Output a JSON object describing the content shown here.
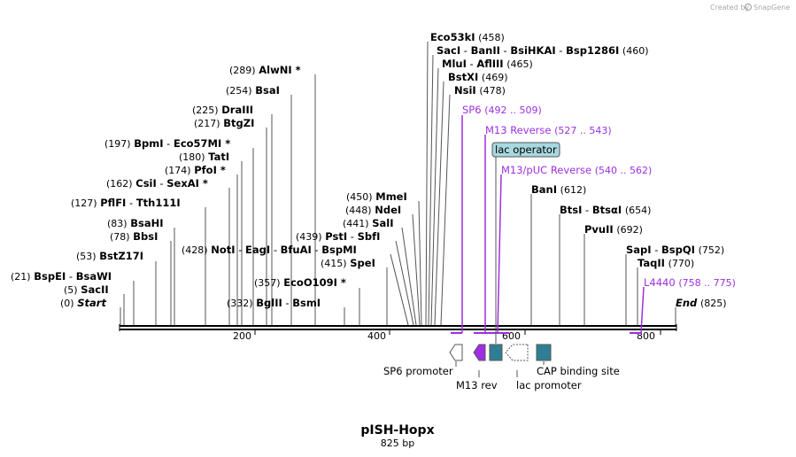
{
  "credit": {
    "text": "Created by",
    "brand": "SnapGene"
  },
  "plasmid": {
    "name": "pISH-Hopx",
    "length": "825 bp",
    "total_bp": 825
  },
  "axis_ticks": [
    "200",
    "400",
    "600",
    "800"
  ],
  "enzymes": [
    {
      "label_html": "(0) <i>Start</i>",
      "pos": "(0)",
      "names": [
        "Start"
      ],
      "bp": 0
    },
    {
      "pos": "(5)",
      "names": [
        "SacII"
      ],
      "bp": 5
    },
    {
      "pos": "(21)",
      "names": [
        "BspEI",
        "BsaWI"
      ],
      "bp": 21
    },
    {
      "pos": "(53)",
      "names": [
        "BstZ17I"
      ],
      "bp": 53
    },
    {
      "pos": "(78)",
      "names": [
        "BbsI"
      ],
      "bp": 78
    },
    {
      "pos": "(83)",
      "names": [
        "BsaHI"
      ],
      "bp": 83
    },
    {
      "pos": "(127)",
      "names": [
        "PflFI",
        "Tth111I"
      ],
      "bp": 127
    },
    {
      "pos": "(162)",
      "names": [
        "CsiI",
        "SexAI *"
      ],
      "bp": 162
    },
    {
      "pos": "(174)",
      "names": [
        "PfoI *"
      ],
      "bp": 174
    },
    {
      "pos": "(180)",
      "names": [
        "TatI"
      ],
      "bp": 180
    },
    {
      "pos": "(197)",
      "names": [
        "BpmI",
        "Eco57MI *"
      ],
      "bp": 197
    },
    {
      "pos": "(217)",
      "names": [
        "BtgZI"
      ],
      "bp": 217
    },
    {
      "pos": "(225)",
      "names": [
        "DraIII"
      ],
      "bp": 225
    },
    {
      "pos": "(254)",
      "names": [
        "BsaI"
      ],
      "bp": 254
    },
    {
      "pos": "(289)",
      "names": [
        "AlwNI *"
      ],
      "bp": 289
    },
    {
      "pos": "(332)",
      "names": [
        "BglII",
        "BsmI"
      ],
      "bp": 332
    },
    {
      "pos": "(357)",
      "names": [
        "EcoO109I *"
      ],
      "bp": 357
    },
    {
      "pos": "(415)",
      "names": [
        "SpeI"
      ],
      "bp": 415
    },
    {
      "pos": "(428)",
      "names": [
        "NotI",
        "EagI",
        "BfuAI",
        "BspMI"
      ],
      "bp": 428
    },
    {
      "pos": "(439)",
      "names": [
        "PstI",
        "SbfI"
      ],
      "bp": 439
    },
    {
      "pos": "(441)",
      "names": [
        "SalI"
      ],
      "bp": 441
    },
    {
      "pos": "(448)",
      "names": [
        "NdeI"
      ],
      "bp": 448
    },
    {
      "pos": "(450)",
      "names": [
        "MmeI"
      ],
      "bp": 450
    },
    {
      "pos": "(458)",
      "names": [
        "Eco53kI"
      ],
      "bp": 458
    },
    {
      "pos": "(460)",
      "names": [
        "SacI",
        "BanII",
        "BsiHKAI",
        "Bsp1286I"
      ],
      "bp": 460
    },
    {
      "pos": "(465)",
      "names": [
        "MluI",
        "AflIII"
      ],
      "bp": 465
    },
    {
      "pos": "(469)",
      "names": [
        "BstXI"
      ],
      "bp": 469
    },
    {
      "pos": "(478)",
      "names": [
        "NsiI"
      ],
      "bp": 478
    },
    {
      "pos": "(612)",
      "names": [
        "BanI"
      ],
      "bp": 612
    },
    {
      "pos": "(654)",
      "names": [
        "BtsI",
        "BtsαI"
      ],
      "bp": 654
    },
    {
      "pos": "(692)",
      "names": [
        "PvuII"
      ],
      "bp": 692
    },
    {
      "pos": "(752)",
      "names": [
        "SapI",
        "BspQI"
      ],
      "bp": 752
    },
    {
      "pos": "(770)",
      "names": [
        "TaqII"
      ],
      "bp": 770
    },
    {
      "pos": "(825)",
      "names": [
        "End"
      ],
      "bp": 825
    }
  ],
  "primers": [
    {
      "name": "SP6",
      "range": "(492 .. 509)"
    },
    {
      "name": "M13 Reverse",
      "range": "(527 .. 543)"
    },
    {
      "name": "M13/pUC Reverse",
      "range": "(540 .. 562)"
    },
    {
      "name": "L4440",
      "range": "(758 .. 775)"
    }
  ],
  "features": [
    {
      "name": "lac operator"
    },
    {
      "name": "SP6 promoter"
    },
    {
      "name": "M13 rev"
    },
    {
      "name": "lac promoter"
    },
    {
      "name": "CAP binding site"
    }
  ],
  "colors": {
    "primer": "#9d2fe0",
    "feature_teal": "#2e7f94",
    "operator_fill": "#a8d8e0",
    "line": "#000000"
  }
}
